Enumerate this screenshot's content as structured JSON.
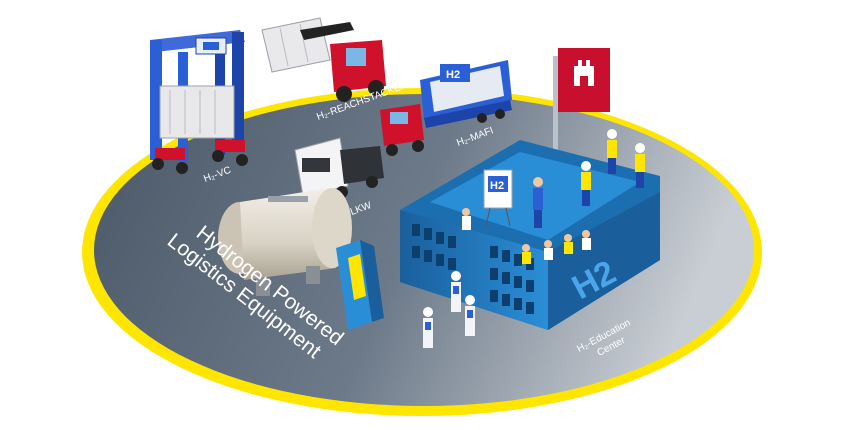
{
  "scene": {
    "title_line1": "Hydrogen Powered",
    "title_line2": "Logistics Equipment",
    "labels": {
      "vc": "H₂-VC",
      "reachstacker": "H₂-REACHSTACKER",
      "mafi": "H₂-MAFI",
      "lkw": "H₂-LKW",
      "education_line1": "H₂-Education",
      "education_line2": "Center"
    },
    "h2_marks": {
      "mafi_tank": "H2",
      "board": "H2",
      "building": "H2"
    }
  },
  "colors": {
    "ring": "#ffe600",
    "ground": "#5d6b7b",
    "building_blue": "#1b7fc4",
    "flag_red": "#c8102e",
    "vehicle_blue": "#2b5fd6",
    "vehicle_red": "#d0112b"
  }
}
